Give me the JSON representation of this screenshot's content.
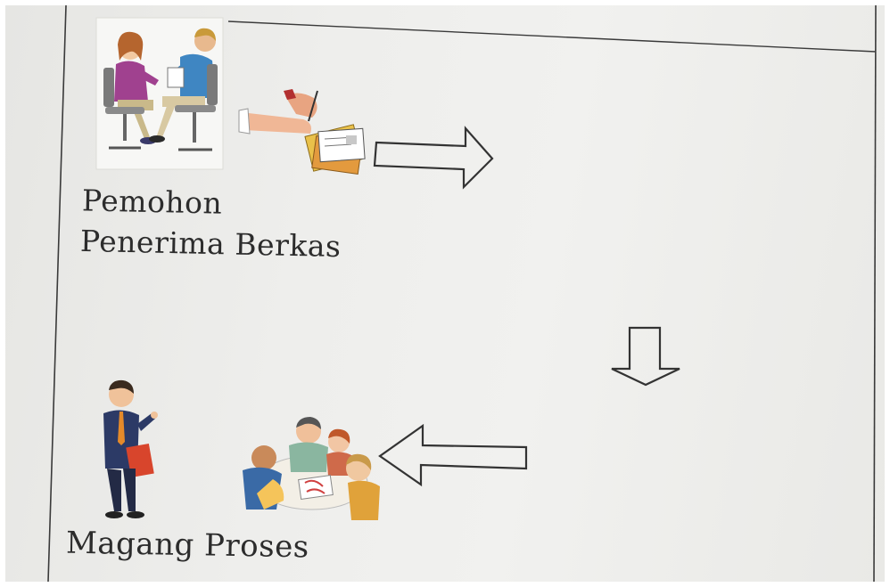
{
  "captions": {
    "applicant": "Pemohon",
    "receiver": "Penerima Berkas",
    "intern_process": "Magang Proses"
  },
  "illustrations": {
    "interview": "interview-illustration",
    "document_handover": "document-handover-illustration",
    "presenter": "presenter-illustration",
    "group_meeting": "group-meeting-illustration"
  },
  "arrows": [
    "arrow-right",
    "arrow-down",
    "arrow-left"
  ],
  "colors": {
    "paper": "#eeeeec",
    "border": "#3a3a3a",
    "text": "#2c2c2c",
    "arrow_stroke": "#333333"
  }
}
